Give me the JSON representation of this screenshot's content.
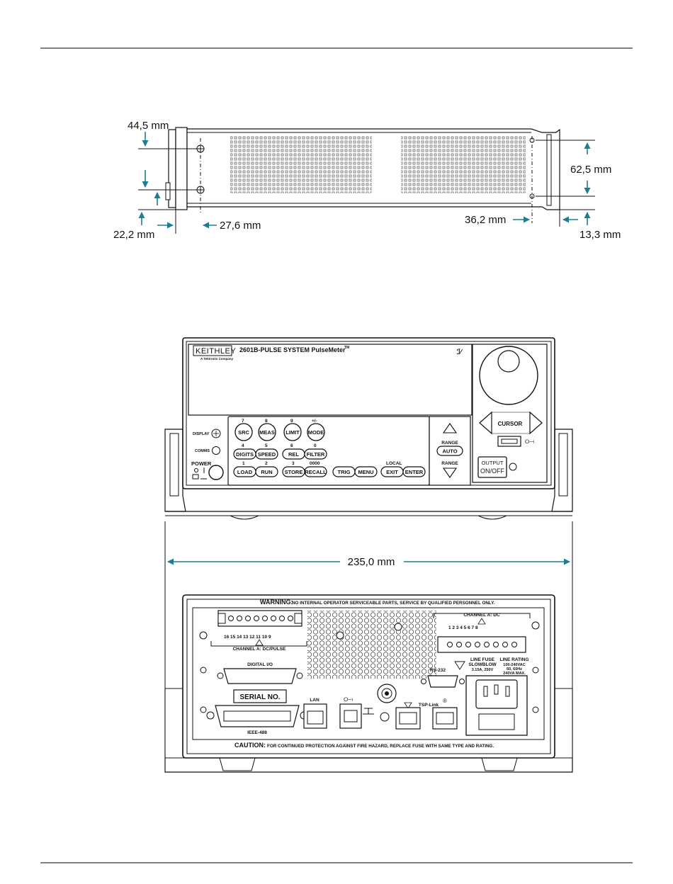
{
  "side_view": {
    "dims": {
      "d_44_5": "44,5 mm",
      "d_22_2": "22,2 mm",
      "d_27_6": "27,6 mm",
      "d_36_2": "36,2 mm",
      "d_62_5": "62,5 mm",
      "d_13_3": "13,3 mm"
    }
  },
  "front_panel": {
    "brand": "KEITHLEY",
    "brand_sub": "A Tektronix Company",
    "model": "2601B-PULSE  SYSTEM PulseMeter",
    "tm": "TM",
    "display_label": "DISPLAY",
    "comms_label": "COMMS",
    "power_label": "POWER",
    "keys": {
      "src": "SRC",
      "meas": "MEAS",
      "limit": "LIMIT",
      "mode": "MODE",
      "digits": "DIGITS",
      "speed": "SPEED",
      "rel": "REL",
      "filter": "FILTER",
      "load": "LOAD",
      "run": "RUN",
      "store": "STORE",
      "recall": "RECALL",
      "trig": "TRIG",
      "menu": "MENU",
      "exit": "EXIT",
      "enter": "ENTER",
      "auto": "AUTO",
      "range_up": "RANGE",
      "range_down": "RANGE",
      "cursor": "CURSOR",
      "output": "OUTPUT",
      "onoff": "ON/OFF",
      "local": "LOCAL"
    },
    "numbers": {
      "n7": "7",
      "n8": "8",
      "n9": "9",
      "npm": "+/-",
      "n4": "4",
      "n5": "5",
      "n6": "6",
      "n0": "0",
      "n1": "1",
      "n2": "2",
      "n3": "3",
      "n0000": "0000"
    }
  },
  "width_dim": "235,0 mm",
  "rear_panel": {
    "warning_title": "WARNING:",
    "warning_text": "NO INTERNAL OPERATOR SERVICEABLE PARTS, SERVICE BY QUALIFIED PERSONNEL ONLY.",
    "caution_title": "CAUTION:",
    "caution_text": "FOR CONTINUED PROTECTION AGAINST FIRE HAZARD, REPLACE FUSE WITH SAME TYPE AND RATING.",
    "ch_pulse_label": "CHANNEL A: DC/PULSE",
    "ch_pulse_pins": "16  15  14  13  12  11  10   9",
    "ch_dc_label": "CHANNEL A: DC",
    "ch_dc_pins": "1   2   3   4   5   6   7   8",
    "digital_io": "DIGITAL I/O",
    "serial_no": "SERIAL NO.",
    "ieee": "IEEE-488",
    "lan": "LAN",
    "rs232": "RS-232",
    "tsp_link": "TSP-Link",
    "line_fuse": "LINE FUSE",
    "slowblow": "SLOWBLOW",
    "fuse_rating": "3.15A, 250V",
    "line_rating": "LINE RATING",
    "lr1": "100-240VAC",
    "lr2": "50, 60Hz",
    "lr3": "240VA MAX."
  }
}
